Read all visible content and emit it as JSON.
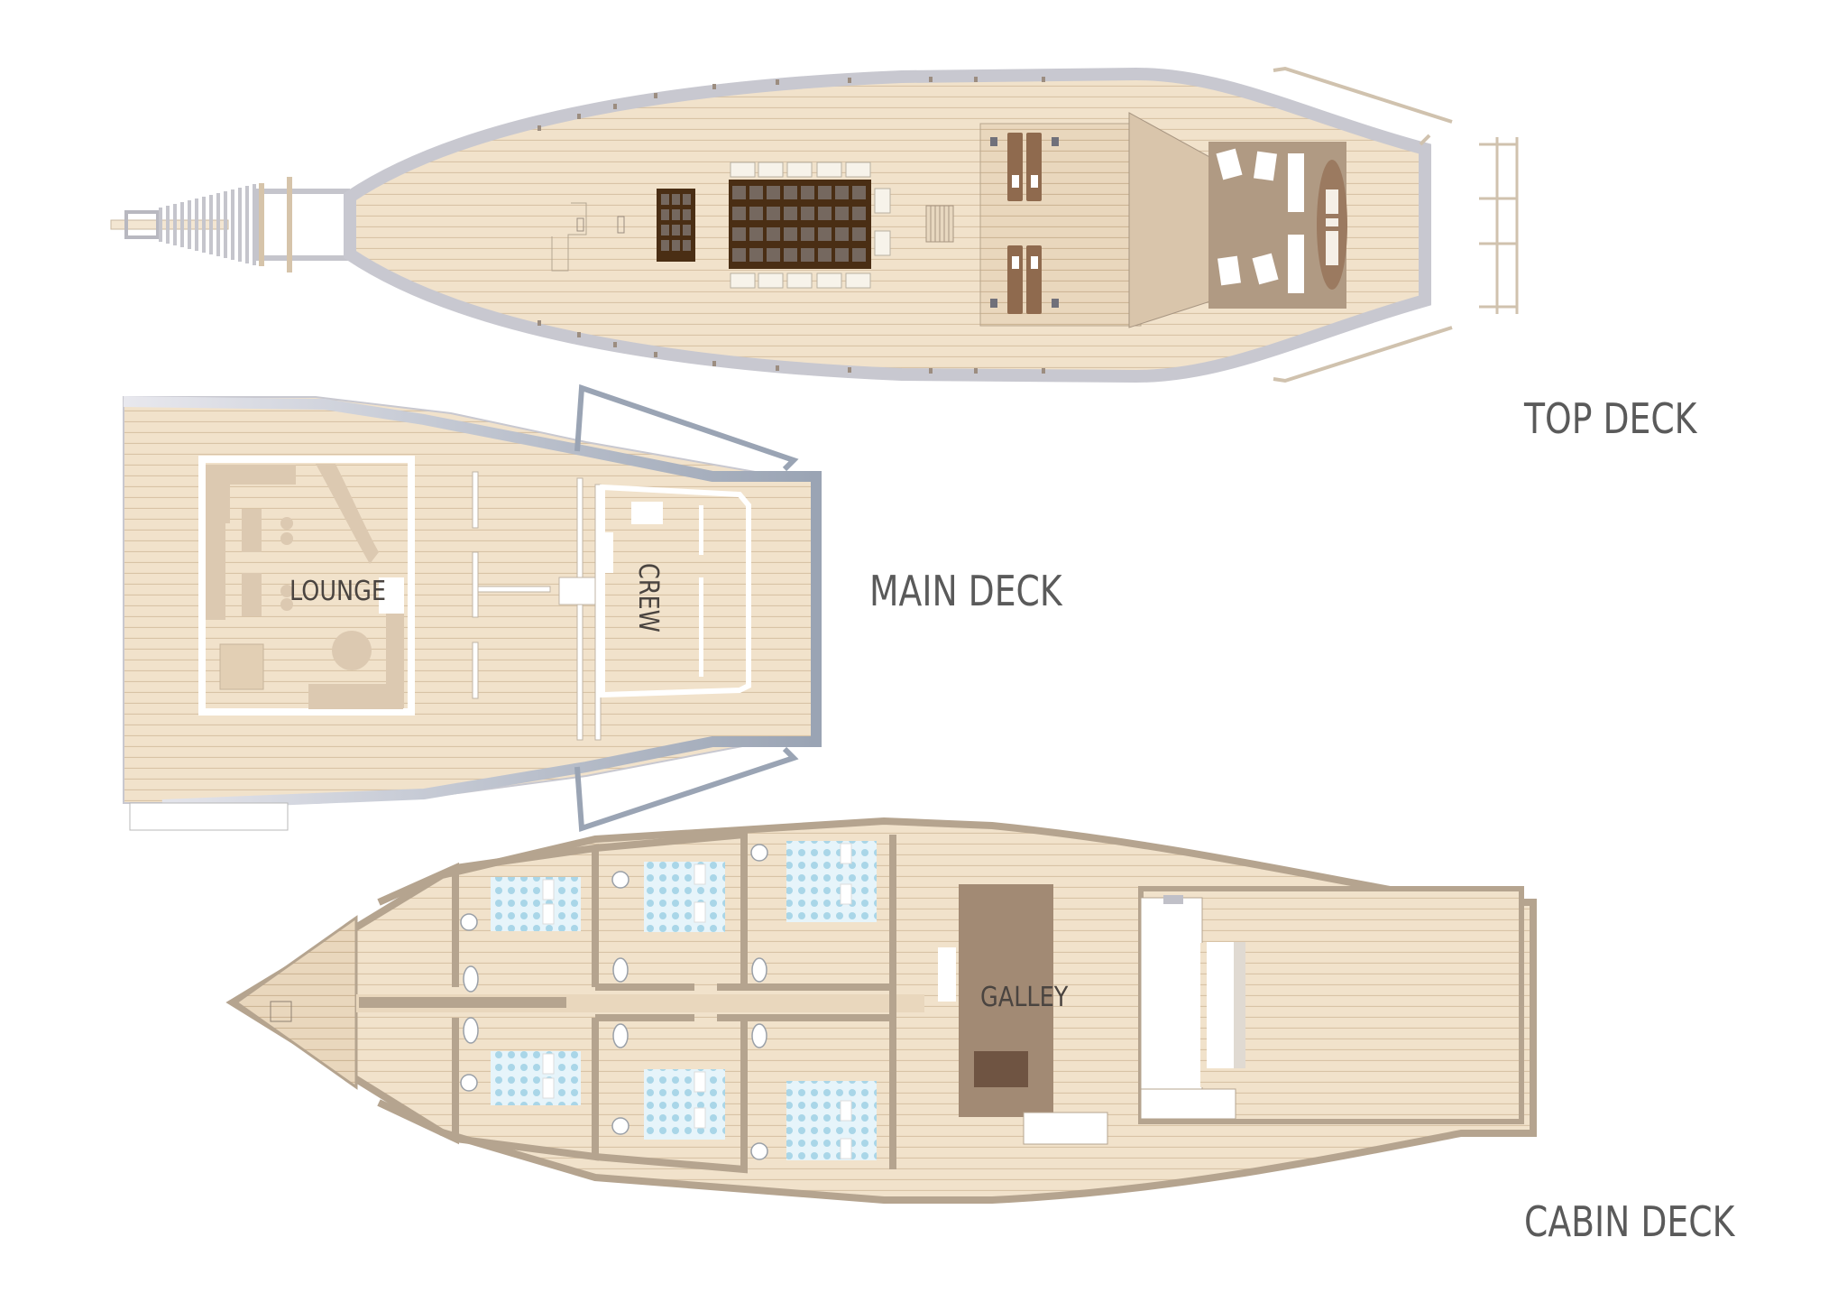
{
  "labels": {
    "top_deck": "TOP DECK",
    "main_deck": "MAIN DECK",
    "cabin_deck": "CABIN DECK",
    "lounge": "LOUNGE",
    "crew": "CREW",
    "galley": "GALLEY"
  },
  "colors": {
    "deck_wood": "#f1e2cb",
    "plank_line": "#d8c3a6",
    "hull_rail": "#dcdce2",
    "hull_outline": "#b5a48f",
    "dark_table": "#4a2e14",
    "taupe": "#b09a83",
    "galley_floor": "#a28a74",
    "bed_blue": "#a9d6e8",
    "main_frame": "#9aa4b4"
  }
}
